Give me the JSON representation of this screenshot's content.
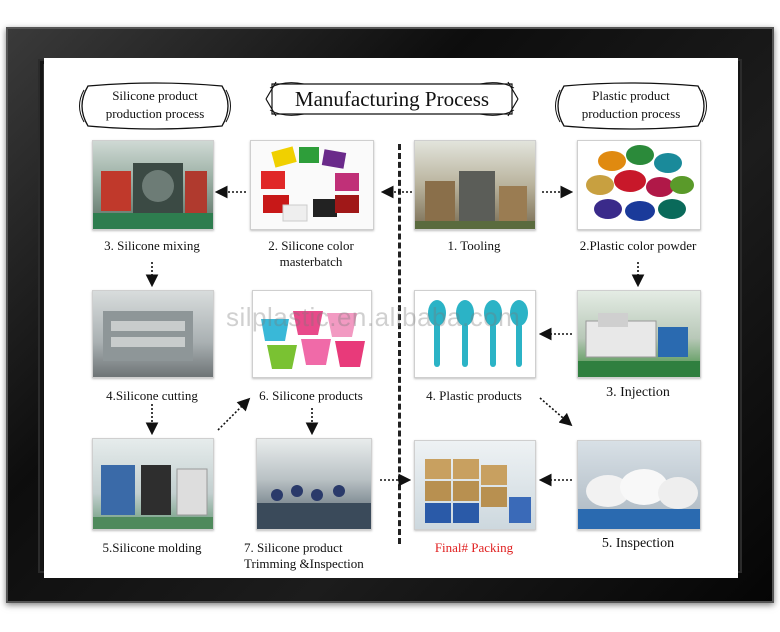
{
  "title": "Manufacturing Process",
  "left_header": [
    "Silicone product",
    "production process"
  ],
  "right_header": [
    "Plastic product",
    "production process"
  ],
  "watermark": "silplastic.en.alibaba.com",
  "captions": {
    "tooling": "1. Tooling",
    "plastic_color_powder": "2.Plastic color powder",
    "silicone_color_line1": "2. Silicone color",
    "silicone_color_line2": "masterbatch",
    "silicone_mixing": "3. Silicone mixing",
    "silicone_cutting": "4.Silicone cutting",
    "silicone_products": "6. Silicone products",
    "plastic_products": "4. Plastic products",
    "injection": "3.  Injection",
    "silicone_molding": "5.Silicone molding",
    "trimming_line1": "7. Silicone product",
    "trimming_line2": "Trimming &Inspection",
    "final_packing": "Final# Packing",
    "inspection": "5.  Inspection"
  },
  "colors": {
    "final_packing": "#e02020",
    "frame": "#111111"
  }
}
